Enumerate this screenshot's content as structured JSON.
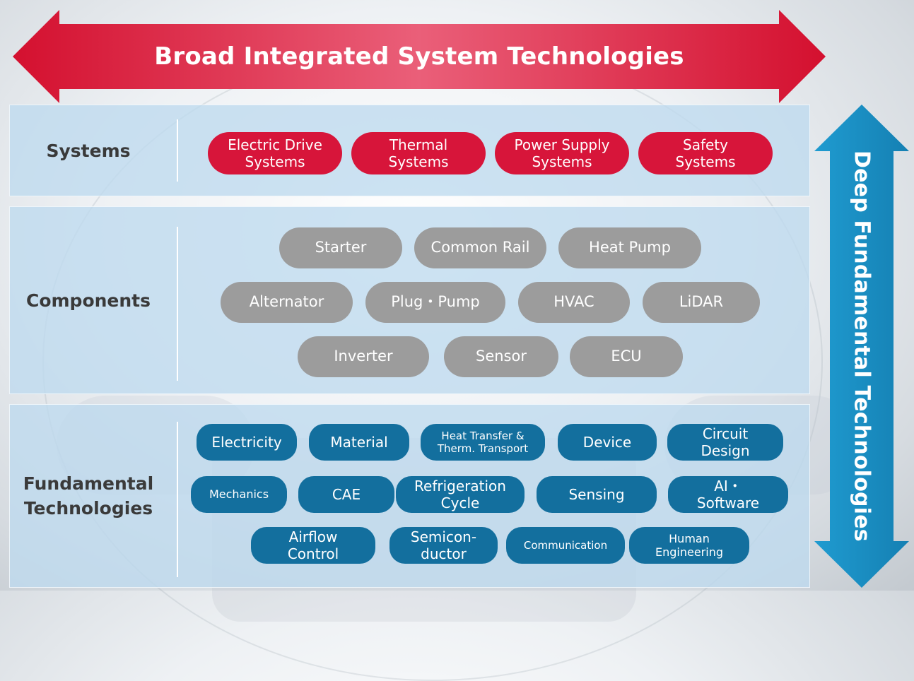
{
  "horizontal_arrow": {
    "label": "Broad Integrated System Technologies",
    "color": "#d7153a"
  },
  "vertical_arrow": {
    "label": "Deep Fundamental Technologies",
    "color": "#1a8fc4"
  },
  "layers": {
    "systems": {
      "label": "Systems",
      "items": [
        "Electric Drive\nSystems",
        "Thermal\nSystems",
        "Power Supply\nSystems",
        "Safety\nSystems"
      ],
      "color": "#d7153a"
    },
    "components": {
      "label": "Components",
      "items": [
        "Starter",
        "Common Rail",
        "Heat Pump",
        "Alternator",
        "Plug・Pump",
        "HVAC",
        "LiDAR",
        "Inverter",
        "Sensor",
        "ECU"
      ],
      "color": "#9c9c9c"
    },
    "fundamental": {
      "label": "Fundamental\nTechnologies",
      "items": [
        "Electricity",
        "Material",
        "Heat Transfer &\nTherm. Transport",
        "Device",
        "Circuit\nDesign",
        "Mechanics",
        "CAE",
        "Refrigeration\nCycle",
        "Sensing",
        "AI・\nSoftware",
        "Airflow\nControl",
        "Semicon-\nductor",
        "Communication",
        "Human\nEngineering"
      ],
      "color": "#136f9e"
    }
  }
}
